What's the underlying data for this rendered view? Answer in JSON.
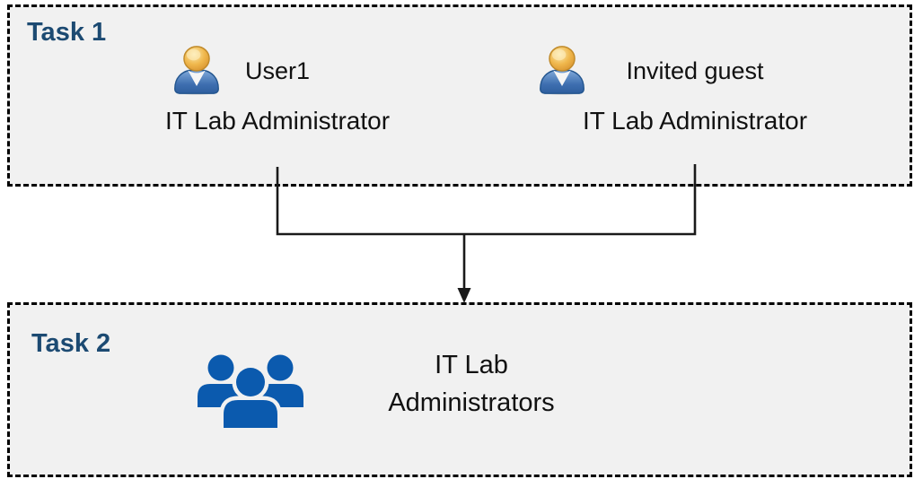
{
  "task1": {
    "label": "Task 1",
    "entries": [
      {
        "name": "User1",
        "role": "IT Lab Administrator"
      },
      {
        "name": "Invited guest",
        "role": "IT Lab Administrator"
      }
    ]
  },
  "task2": {
    "label": "Task 2",
    "group_name_line1": "IT Lab",
    "group_name_line2": "Administrators"
  },
  "icons": {
    "user_icon": "single-user-3d-gold-head-blue-body",
    "group_icon": "three-users-flat-blue"
  },
  "colors": {
    "box_fill": "#F1F1F1",
    "box_border": "#000000",
    "task_label_blue": "#1C4A72",
    "body_text": "#111111",
    "connector_line": "#1A1A1A",
    "group_icon_blue": "#0B5AAE",
    "user_icon_head_gold": "#EFB13F",
    "user_icon_body_blue": "#3465A4"
  }
}
